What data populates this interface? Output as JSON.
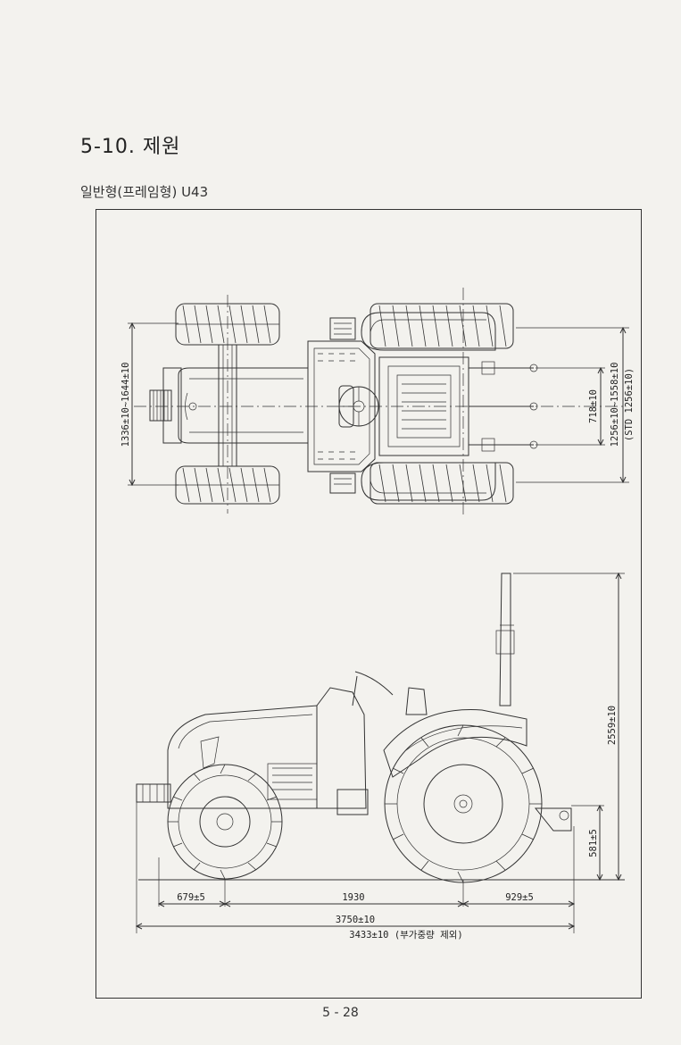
{
  "header": {
    "section_title": "5-10. 제원",
    "subtitle": "일반형(프레임형) U43"
  },
  "top_view": {
    "dims": {
      "front_track": "1336±10~1644±10",
      "inner_track": "718±10",
      "rear_track": "1256±10~1558±10",
      "rear_track_std": "(STD 1256±10)"
    }
  },
  "side_view": {
    "dims": {
      "front_overhang": "679±5",
      "wheelbase": "1930",
      "rear_overhang": "929±5",
      "overall_length": "3750±10",
      "length_without_weight": "3433±10 (부가중량 제외)",
      "overall_height": "2559±10",
      "hitch_height": "581±5"
    }
  },
  "footer": {
    "page_number": "5 - 28"
  }
}
